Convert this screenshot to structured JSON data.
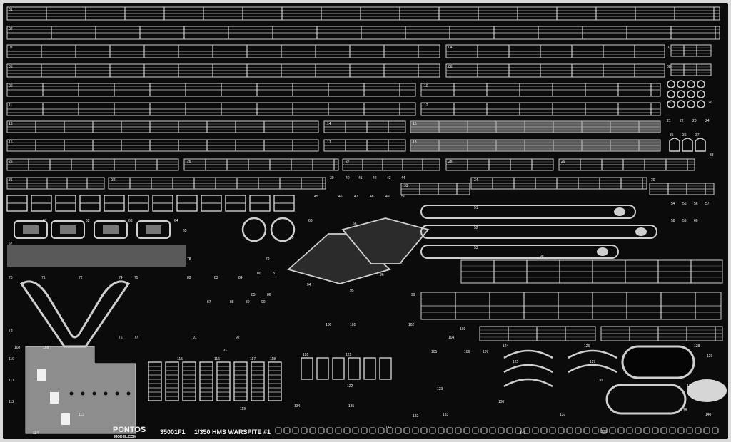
{
  "brand": {
    "logo_text": "PONTOS",
    "logo_sub": "MODEL.COM"
  },
  "sheet": {
    "product_code": "35001F1",
    "caption": "1/350 HMS WARSPITE #1",
    "background_color": "#0b0b0b",
    "metal_color": "#cfcfcf",
    "frame_color": "#e8e8e8"
  },
  "part_numbers": [
    "01",
    "02",
    "03",
    "04",
    "05",
    "06",
    "07",
    "08",
    "09",
    "10",
    "11",
    "12",
    "13",
    "14",
    "15",
    "16",
    "17",
    "18",
    "19",
    "20",
    "21",
    "22",
    "23",
    "24",
    "25",
    "26",
    "27",
    "28",
    "29",
    "30",
    "31",
    "32",
    "33",
    "34",
    "35",
    "36",
    "37",
    "38",
    "39",
    "40",
    "41",
    "42",
    "43",
    "44",
    "45",
    "46",
    "47",
    "48",
    "49",
    "50",
    "51",
    "52",
    "53",
    "54",
    "55",
    "56",
    "57",
    "58",
    "59",
    "60",
    "61",
    "62",
    "63",
    "64",
    "65",
    "66",
    "67",
    "68",
    "69",
    "70",
    "71",
    "72",
    "73",
    "74",
    "75",
    "76",
    "77",
    "78",
    "79",
    "80",
    "81",
    "82",
    "83",
    "84",
    "85",
    "86",
    "87",
    "88",
    "89",
    "90",
    "91",
    "92",
    "93",
    "94",
    "95",
    "96",
    "97",
    "98",
    "99",
    "100",
    "101",
    "102",
    "103",
    "104",
    "105",
    "106",
    "107",
    "108",
    "109",
    "110",
    "111",
    "112",
    "113",
    "114",
    "115",
    "116",
    "117",
    "118",
    "119",
    "120",
    "121",
    "122",
    "123",
    "124",
    "125",
    "126",
    "127",
    "128",
    "129",
    "130",
    "131",
    "132",
    "133",
    "134",
    "135",
    "136",
    "137",
    "138",
    "139",
    "140",
    "141",
    "142"
  ]
}
